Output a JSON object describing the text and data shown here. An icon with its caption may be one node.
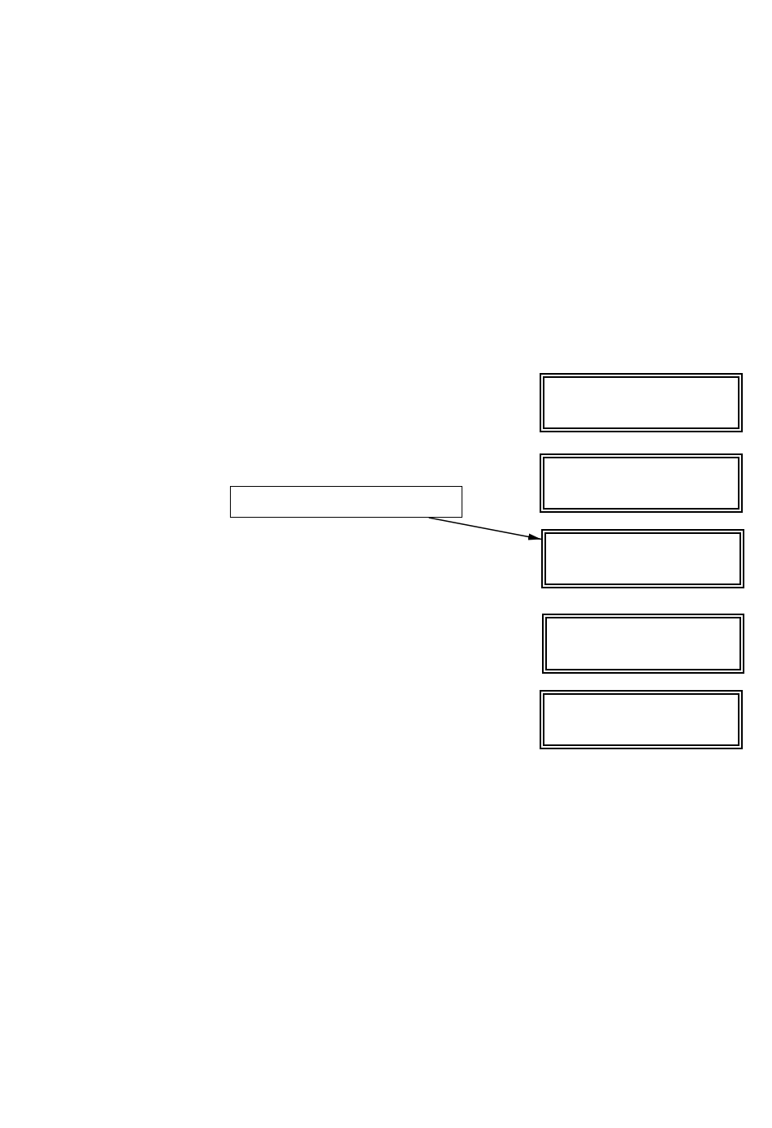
{
  "diagram": {
    "nodes": [
      {
        "text": [],
        "shape": "box"
      },
      {
        "text": [],
        "shape": "box"
      },
      {
        "text": [],
        "shape": "box"
      },
      {
        "text": [],
        "shape": "box"
      },
      {
        "text": [],
        "shape": "box"
      },
      {
        "text": [],
        "shape": "box"
      }
    ],
    "edges": [
      {
        "from": 2,
        "to": 3,
        "arrow": "to"
      }
    ]
  }
}
